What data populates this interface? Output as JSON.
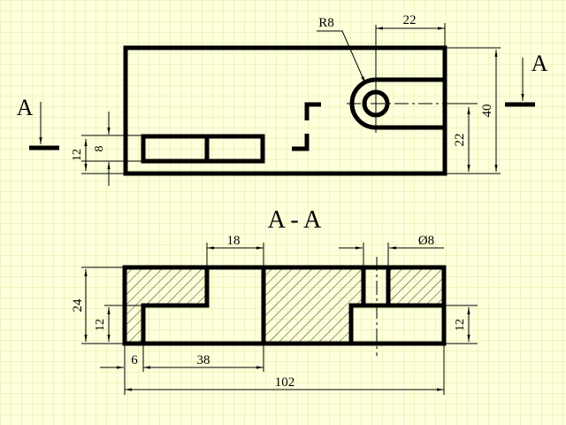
{
  "colors": {
    "paper": "#ffffdc",
    "grid": "#d6eea0",
    "ink": "#000000"
  },
  "top_view": {
    "section_mark_left": "A",
    "section_mark_right": "A",
    "dims": {
      "radius": "R8",
      "hole_offset": "22",
      "height": "40",
      "slot_center": "22",
      "pocket_outer": "12",
      "pocket_inner": "8"
    }
  },
  "section_view": {
    "title": "A - A",
    "dims": {
      "step_width": "18",
      "hole_dia": "Ø8",
      "height": "24",
      "left_step": "12",
      "right_step": "12",
      "wall": "6",
      "recess": "38",
      "length": "102"
    }
  }
}
